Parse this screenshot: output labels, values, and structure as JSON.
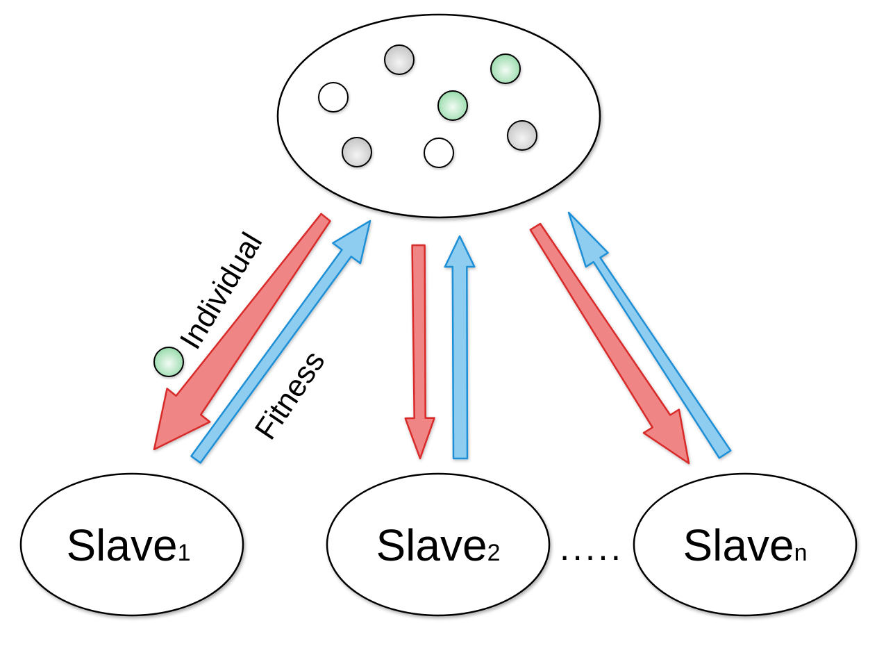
{
  "diagram": {
    "colors": {
      "forward_arrow_fill": "#f08585",
      "forward_arrow_stroke": "#d92b2b",
      "return_arrow_fill": "#8fcdf0",
      "return_arrow_stroke": "#1f8fd6",
      "individual_white": "#ffffff",
      "individual_gray": "#d0d0d0",
      "individual_green": "#a8e2b8",
      "outline": "#000000"
    },
    "population": {
      "individual_colors": [
        "gray",
        "green",
        "white",
        "green",
        "gray",
        "gray",
        "white"
      ]
    },
    "labels": {
      "individual": "Individual",
      "fitness": "Fitness",
      "ellipsis": "....."
    },
    "slaves": [
      {
        "name": "Slave",
        "subscript": "1"
      },
      {
        "name": "Slave",
        "subscript": "2"
      },
      {
        "name": "Slave",
        "subscript": "n"
      }
    ]
  }
}
